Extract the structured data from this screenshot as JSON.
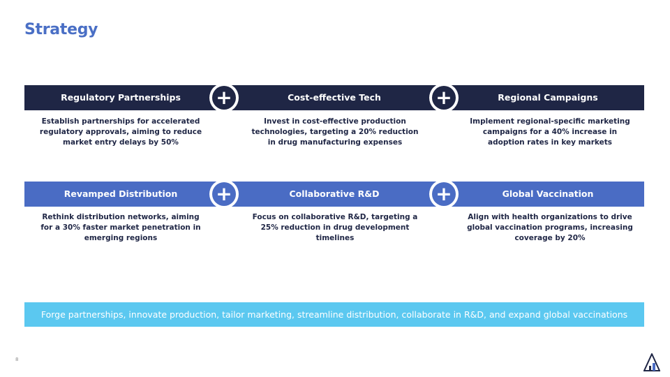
{
  "page": {
    "title": "Strategy",
    "page_number": "8"
  },
  "row1": {
    "headers": [
      "Regulatory Partnerships",
      "Cost-effective Tech",
      "Regional Campaigns"
    ],
    "descriptions": [
      "Establish partnerships for accelerated regulatory approvals, aiming to reduce market entry delays by 50%",
      "Invest in cost-effective production technologies, targeting a 20% reduction in drug manufacturing expenses",
      "Implement regional-specific marketing campaigns for a 40% increase in adoption rates in key markets"
    ]
  },
  "row2": {
    "headers": [
      "Revamped Distribution",
      "Collaborative R&D",
      "Global Vaccination"
    ],
    "descriptions": [
      "Rethink distribution networks, aiming for a 30% faster market penetration in emerging regions",
      "Focus on collaborative R&D, targeting a 25% reduction in drug development timelines",
      "Align with health organizations to drive global vaccination programs, increasing coverage by 20%"
    ]
  },
  "plus_symbol": "+",
  "banner": {
    "text": "Forge partnerships, innovate production, tailor marketing, streamline distribution, collaborate in R&D, and expand global vaccinations"
  },
  "colors": {
    "title": "#4a6fc5",
    "row1_bg": "#1f2645",
    "row2_bg": "#4a6cc4",
    "banner_bg": "#5bc8f0"
  },
  "icons": {
    "logo": "triangle-logo-icon",
    "connector": "plus-icon"
  }
}
